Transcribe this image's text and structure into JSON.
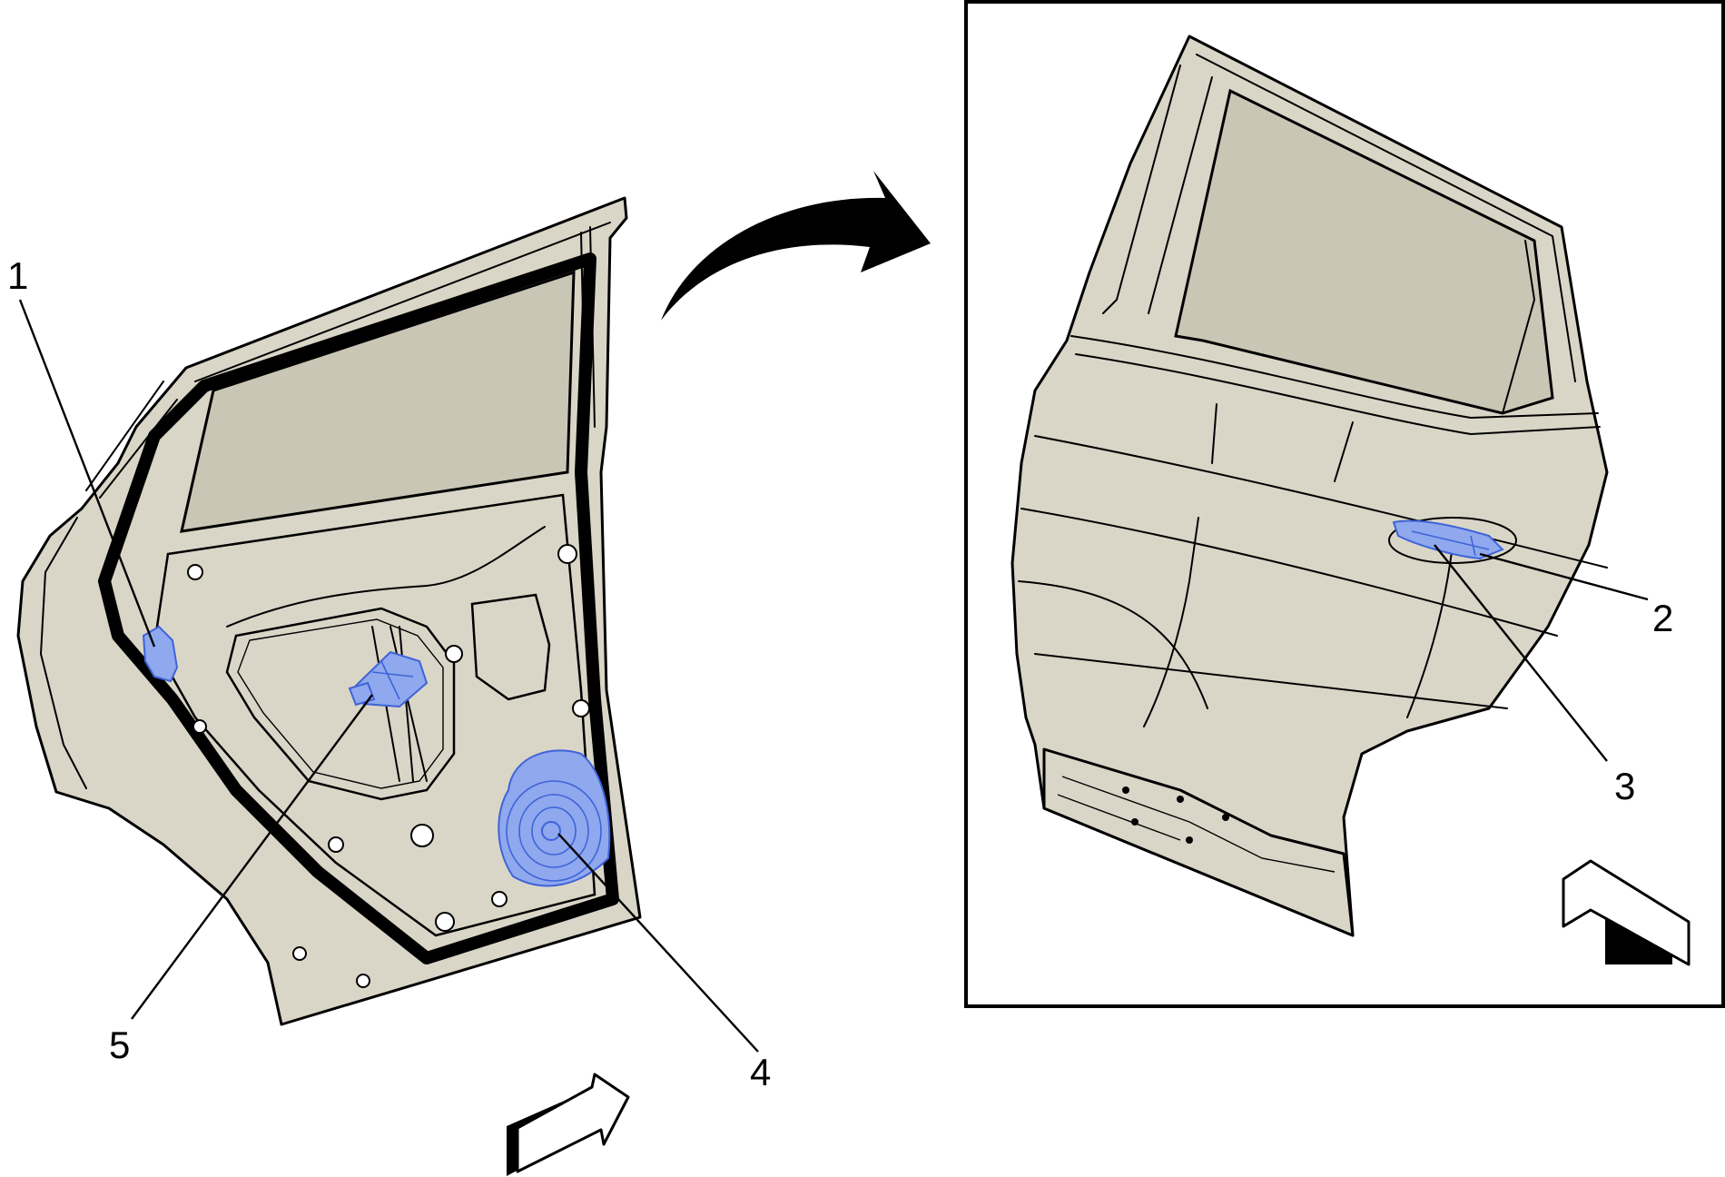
{
  "callouts": [
    {
      "id": "1",
      "label": "1"
    },
    {
      "id": "2",
      "label": "2"
    },
    {
      "id": "3",
      "label": "3"
    },
    {
      "id": "4",
      "label": "4"
    },
    {
      "id": "5",
      "label": "5"
    }
  ],
  "colors": {
    "panel": "#d9d6c8",
    "glass": "#c9c6b5",
    "highlight": "#8fa8ee",
    "highlight_stroke": "#3f63d8",
    "line": "#000000"
  },
  "icons": {
    "curved_arrow": "curved-transition-arrow-icon",
    "view_arrow": "view-direction-arrow-icon"
  }
}
